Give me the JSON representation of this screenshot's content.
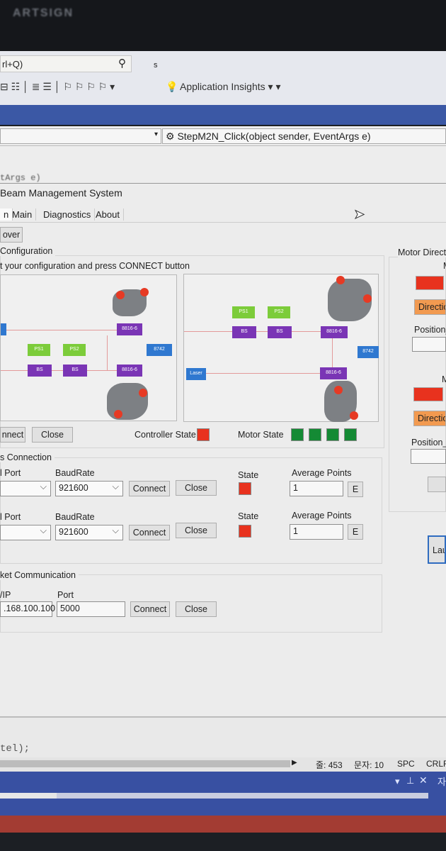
{
  "logo": "ARTSIGN",
  "vs": {
    "search_hint": "rl+Q)",
    "extra_char": "s",
    "insights_label": "Application Insights",
    "member_combo": "StepM2N_Click(object sender, EventArgs e)",
    "code_fragment_top": "tArgs e)",
    "code_fragment_bottom": "tel);"
  },
  "app": {
    "title": "Beam Management System",
    "tabs": [
      "n",
      "Main",
      "Diagnostics",
      "About"
    ],
    "over_button": "over"
  },
  "config": {
    "legend": "Configuration",
    "instruction": "t your configuration and press CONNECT button",
    "connect": "nnect",
    "close": "Close",
    "controller_state": "Controller State",
    "motor_state": "Motor State",
    "left_diagram": {
      "boxes_purple": [
        "8816-6",
        "BS",
        "BS",
        "8816-6"
      ],
      "boxes_green": [
        "PS1",
        "PS2"
      ],
      "box_blue": "8742"
    },
    "right_diagram": {
      "boxes_purple": [
        "BS",
        "BS",
        "8816-6",
        "8816-6"
      ],
      "boxes_green": [
        "PS1",
        "PS2"
      ],
      "box_blue": "8742",
      "laser": "Laser"
    },
    "controller_state_color": "#e8321e",
    "motor_state_colors": [
      "#148a34",
      "#148a34",
      "#148a34",
      "#148a34"
    ]
  },
  "serial": {
    "legend": "s Connection",
    "rows": [
      {
        "port_label": "l Port",
        "baud_label": "BaudRate",
        "baud": "921600",
        "connect": "Connect",
        "close": "Close",
        "state_label": "State",
        "avg_label": "Average Points",
        "avg": "1",
        "e": "E"
      },
      {
        "port_label": "l Port",
        "baud_label": "BaudRate",
        "baud": "921600",
        "connect": "Connect",
        "close": "Close",
        "state_label": "State",
        "avg_label": "Average Points",
        "avg": "1",
        "e": "E"
      }
    ]
  },
  "socket": {
    "legend": "ket Communication",
    "ip_label": "/IP",
    "ip": ".168.100.100",
    "port_label": "Port",
    "port": "5000",
    "connect": "Connect",
    "close": "Close"
  },
  "motor": {
    "legend": "Motor Directio",
    "m1": "M",
    "m2": "M",
    "direction": "Directio",
    "direction2": "Directior",
    "pos1": "Position_",
    "pos2": "Position_X",
    "launch": "Lau"
  },
  "statusbar": {
    "line": "줄: 453",
    "col": "문자: 10",
    "spc": "SPC",
    "crlf": "CRLF"
  },
  "panel": {
    "side": "자"
  }
}
